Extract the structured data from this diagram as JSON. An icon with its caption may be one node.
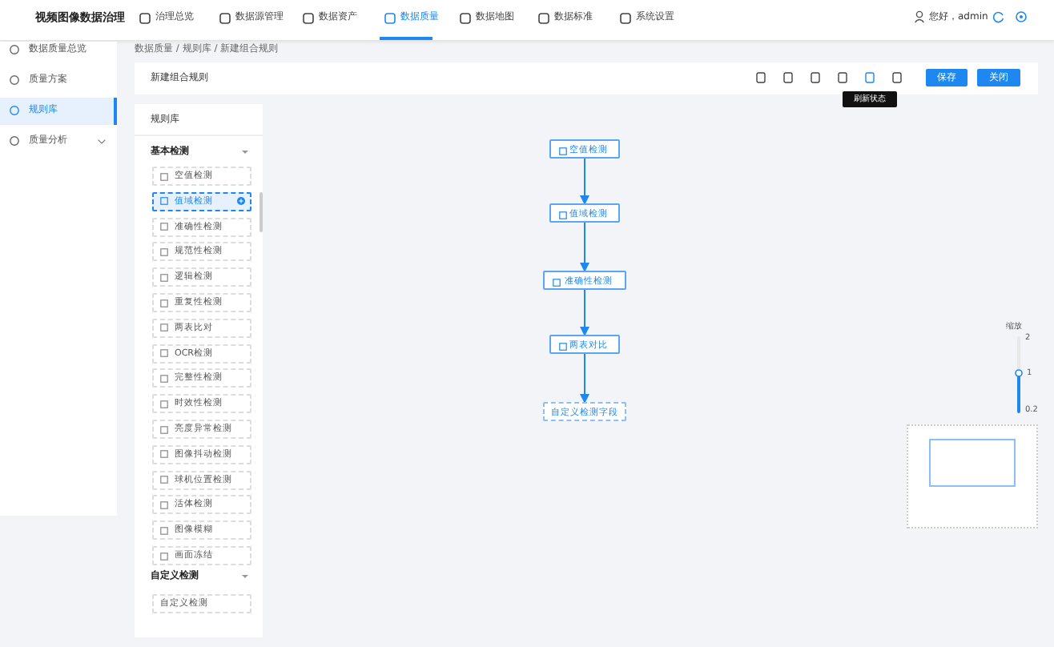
{
  "diagram": {
    "nodes": [
      {
        "text": [
          "规则库",
          "基本检测",
          "自定义检测"
        ]
      },
      {
        "text": [
          "空值检测"
        ],
        "in": 0
      },
      {
        "text": [
          "值域检测"
        ],
        "in": 0
      },
      {
        "text": [
          "准确性检测"
        ],
        "in": 0
      },
      {
        "text": [
          "规范性检测"
        ],
        "in": 0
      },
      {
        "text": [
          "逻辑检测"
        ],
        "in": 0
      },
      {
        "text": [
          "重复性检测"
        ],
        "in": 0
      },
      {
        "text": [
          "两表比对"
        ],
        "in": 0
      },
      {
        "text": [
          "OCR检测"
        ],
        "in": 0
      },
      {
        "text": [
          "完整性检测"
        ],
        "in": 0
      },
      {
        "text": [
          "时效性检测"
        ],
        "in": 0
      },
      {
        "text": [
          "亮度异常检测"
        ],
        "in": 0
      },
      {
        "text": [
          "图像抖动检测"
        ],
        "in": 0
      },
      {
        "text": [
          "球机位置检测"
        ],
        "in": 0
      },
      {
        "text": [
          "活体检测"
        ],
        "in": 0
      },
      {
        "text": [
          "图像模糊"
        ],
        "in": 0
      },
      {
        "text": [
          "画面冻结"
        ],
        "in": 0
      },
      {
        "text": [
          "自定义检测"
        ],
        "in": 0
      },
      {
        "text": [
          "空值检测"
        ]
      },
      {
        "text": [
          "值域检测"
        ]
      },
      {
        "text": [
          "准确性检测"
        ]
      },
      {
        "text": [
          "两表对比"
        ]
      },
      {
        "text": [
          "自定义检测字段"
        ]
      }
    ],
    "edges": [
      {
        "from": 18,
        "to": 19,
        "arrow": "to"
      },
      {
        "from": 19,
        "to": 20,
        "arrow": "to"
      },
      {
        "from": 20,
        "to": 21,
        "arrow": "to"
      },
      {
        "from": 21,
        "to": 22,
        "arrow": "to"
      }
    ],
    "labels": [
      "视频图像数据治理",
      "治理总览",
      "数据源管理",
      "数据资产",
      "数据质量",
      "数据地图",
      "数据标准",
      "系统设置",
      "您好，admin",
      "数据质量总览",
      "质量方案",
      "规则库",
      "质量分析",
      "数据质量 / 规则库 / 新建组合规则",
      "新建组合规则",
      "保存",
      "关闭",
      "刷新状态",
      "缩放",
      "2",
      "1",
      "0.2"
    ]
  }
}
